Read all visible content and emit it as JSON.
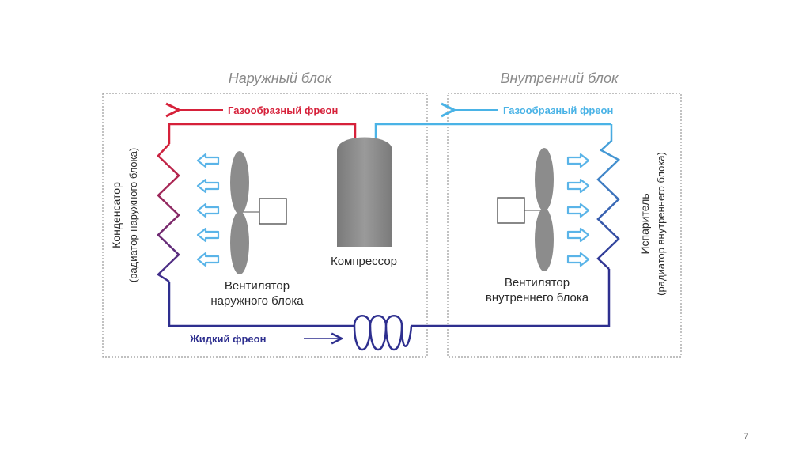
{
  "outdoor": {
    "title": "Наружный блок",
    "gas_label": "Газообразный фреон",
    "liquid_label": "Жидкий фреон",
    "condenser_title": "Конденсатор",
    "condenser_subtitle": "(радиатор наружного блока)",
    "fan_line1": "Вентилятор",
    "fan_line2": "наружного блока",
    "compressor_label": "Компрессор"
  },
  "indoor": {
    "title": "Внутренний блок",
    "gas_label": "Газообразный фреон",
    "evaporator_title": "Испаритель",
    "evaporator_subtitle": "(радиатор внутреннего блока)",
    "fan_line1": "Вентилятор",
    "fan_line2": "внутреннего блока"
  },
  "slide_number": "7",
  "colors": {
    "hot_gas": "#d6213a",
    "cold_gas": "#4ab3e6",
    "liquid": "#2e2f8f",
    "fan": "#8c8c8c",
    "air_arrow": "#5ab4e8"
  }
}
